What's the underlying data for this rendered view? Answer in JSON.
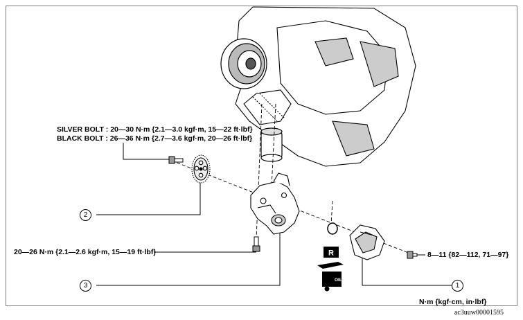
{
  "torque_specs": {
    "silver_bolt": "SILVER BOLT : 20—30 N·m {2.1—3.0 kgf·m, 15—22 ft·lbf}",
    "black_bolt": "BLACK BOLT : 26—36 N·m {2.7—3.6 kgf·m, 20—26 ft·lbf}",
    "pump_bolt": "20—26 N·m {2.1—2.6 kgf·m, 15—19 ft·lbf}",
    "cover_bolt": "8—11 {82—112, 71—97}",
    "units": "N·m {kgf·cm, in·lbf}"
  },
  "callouts": {
    "c1": "1",
    "c2": "2",
    "c3": "3"
  },
  "symbols": {
    "replace": "R",
    "oil": "OIL"
  },
  "image_id": "ac3uuw00001595"
}
